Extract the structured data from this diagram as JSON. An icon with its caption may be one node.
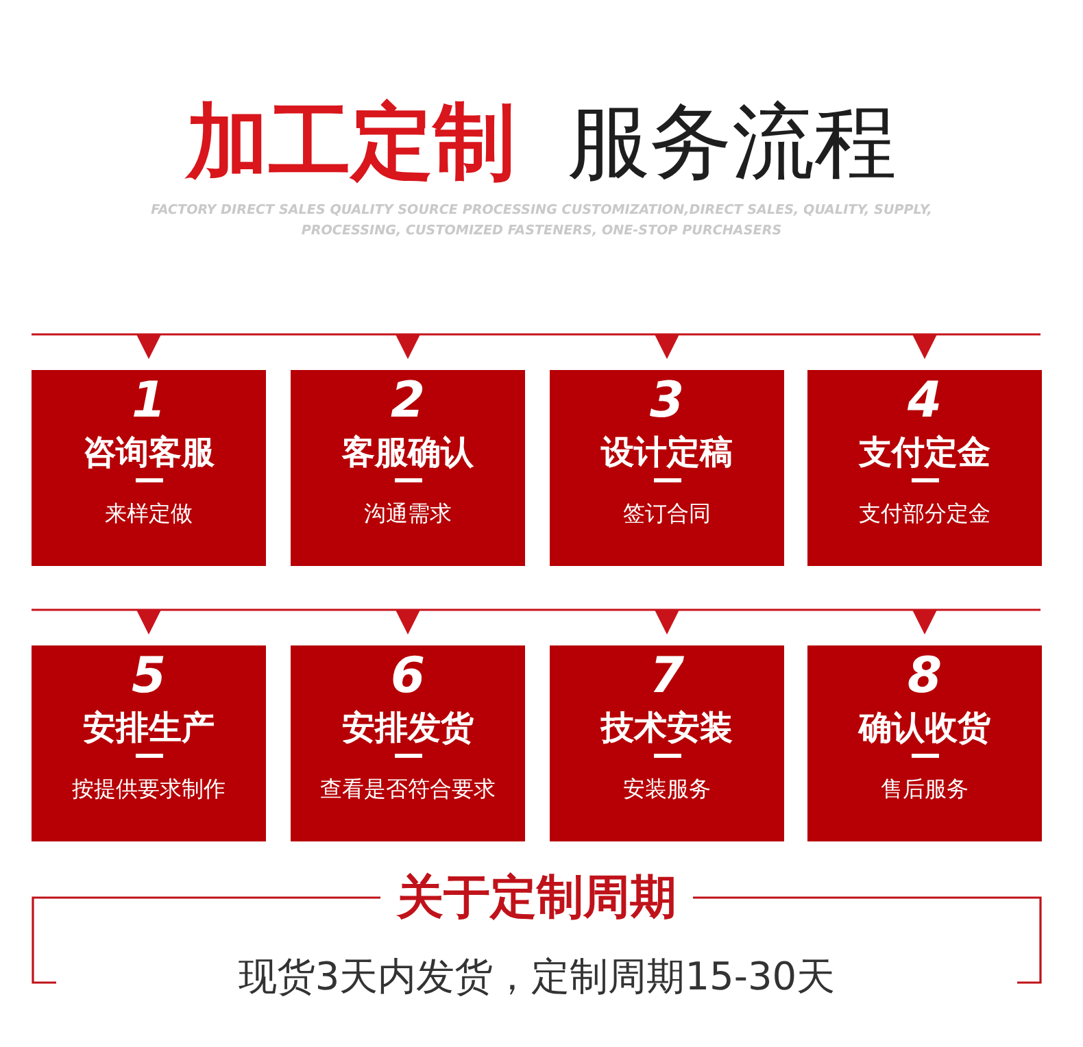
{
  "diagram": {
    "title": "加工定制 服务流程",
    "nodes": [
      {
        "text": [
          "1",
          "咨询客服",
          "来样定做"
        ]
      },
      {
        "text": [
          "2",
          "客服确认",
          "沟通需求"
        ]
      },
      {
        "text": [
          "3",
          "设计定稿",
          "签订合同"
        ]
      },
      {
        "text": [
          "4",
          "支付定金",
          "支付部分定金"
        ]
      },
      {
        "text": [
          "5",
          "安排生产",
          "按提供要求制作"
        ]
      },
      {
        "text": [
          "6",
          "安排发货",
          "查看是否符合要求"
        ]
      },
      {
        "text": [
          "7",
          "技术安装",
          "安装服务"
        ]
      },
      {
        "text": [
          "8",
          "确认收货",
          "售后服务"
        ]
      },
      {
        "text": [
          "关于定制周期",
          "现货3天内发货，定制周期15-30天"
        ]
      }
    ],
    "labels": [
      "FACTORY DIRECT SALES QUALITY SOURCE PROCESSING CUSTOMIZATION,DIRECT SALES, QUALITY, SUPPLY, PROCESSING, CUSTOMIZED FASTENERS, ONE-STOP PURCHASERS"
    ]
  }
}
